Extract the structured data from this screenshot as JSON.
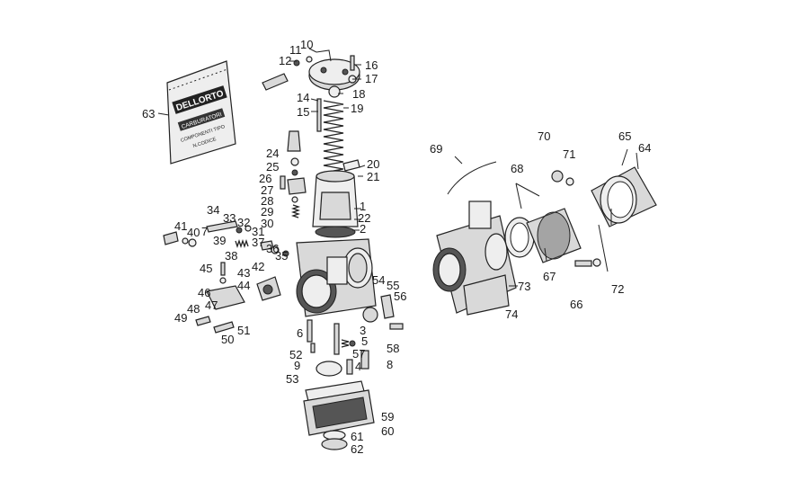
{
  "diagram": {
    "kit_bag": {
      "brand": "DELLORTO",
      "line1": "CARBURATORI",
      "line2": "COMPONENTI   TIPO",
      "line3": "N.CODICE"
    },
    "labels": [
      "1",
      "2",
      "3",
      "4",
      "5",
      "6",
      "7",
      "8",
      "9",
      "10",
      "11",
      "12",
      "14",
      "15",
      "16",
      "17",
      "18",
      "19",
      "20",
      "21",
      "22",
      "24",
      "25",
      "26",
      "27",
      "28",
      "29",
      "30",
      "31",
      "32",
      "33",
      "34",
      "35",
      "36",
      "37",
      "38",
      "39",
      "40",
      "41",
      "42",
      "43",
      "44",
      "45",
      "46",
      "47",
      "48",
      "49",
      "50",
      "51",
      "52",
      "53",
      "54",
      "55",
      "56",
      "57",
      "58",
      "59",
      "60",
      "61",
      "62",
      "63",
      "64",
      "65",
      "66",
      "67",
      "68",
      "69",
      "70",
      "71",
      "72",
      "73",
      "74"
    ]
  }
}
